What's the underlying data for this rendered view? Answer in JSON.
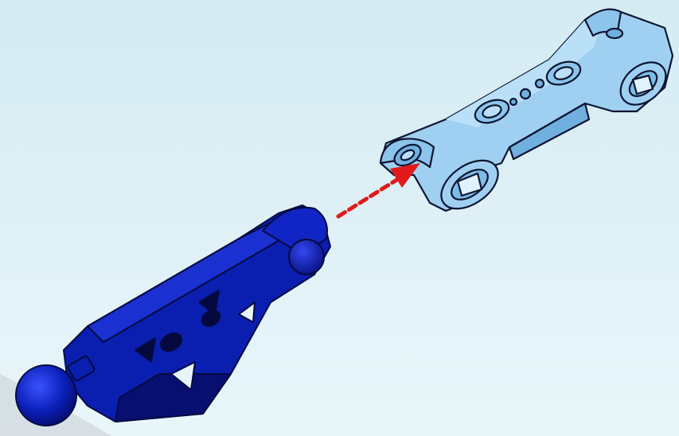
{
  "scene": {
    "background_top": "#d6ecf3",
    "background_bottom": "#e8f6fa",
    "colors": {
      "light_blue_part": "#9fd0f2",
      "light_blue_shadow": "#6fb0df",
      "dark_blue_part": "#0a1fb0",
      "dark_blue_shadow": "#071070",
      "outline": "#0d1430",
      "arrow": "#e01a1a"
    },
    "parts": [
      {
        "name": "double-pin-connector",
        "color": "light-blue"
      },
      {
        "name": "ball-joint-limb",
        "color": "dark-blue"
      }
    ],
    "arrow_icon": "assembly-arrow"
  }
}
